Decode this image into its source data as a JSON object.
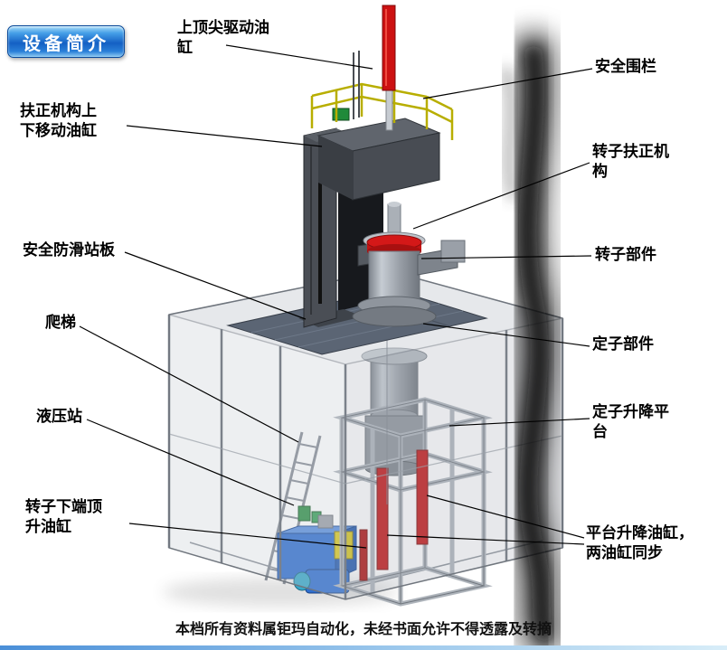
{
  "page": {
    "title_badge": "设备简介",
    "footer_note": "本档所有资料属钜玛自动化，未经书面允许不得透露及转摘"
  },
  "colors": {
    "badge_blue": "#1460c4",
    "cylinder_red": "#c41414",
    "hydraulic_blue": "#2f6fd0",
    "railing_yellow": "#b8ae00",
    "enclosure_gray": "#c2c7ce",
    "platform_dark": "#5b6574"
  },
  "callouts": {
    "top_drive_cylinder": {
      "text": "上顶尖驱动油缸"
    },
    "safety_fence": {
      "text": "安全围栏"
    },
    "centering_lift_cylinder": {
      "text": "扶正机构上下移动油缸"
    },
    "rotor_centering_mechanism": {
      "text": "转子扶正机构"
    },
    "anti_slip_platform": {
      "text": "安全防滑站板"
    },
    "rotor_part": {
      "text": "转子部件"
    },
    "ladder": {
      "text": "爬梯"
    },
    "stator_part": {
      "text": "定子部件"
    },
    "hydraulic_station": {
      "text": "液压站"
    },
    "stator_lift_platform": {
      "text": "定子升降平台"
    },
    "rotor_jack_cylinder": {
      "text": "转子下端顶升油缸"
    },
    "platform_lift_cylinders": {
      "text": "平台升降油缸，两油缸同步"
    }
  }
}
